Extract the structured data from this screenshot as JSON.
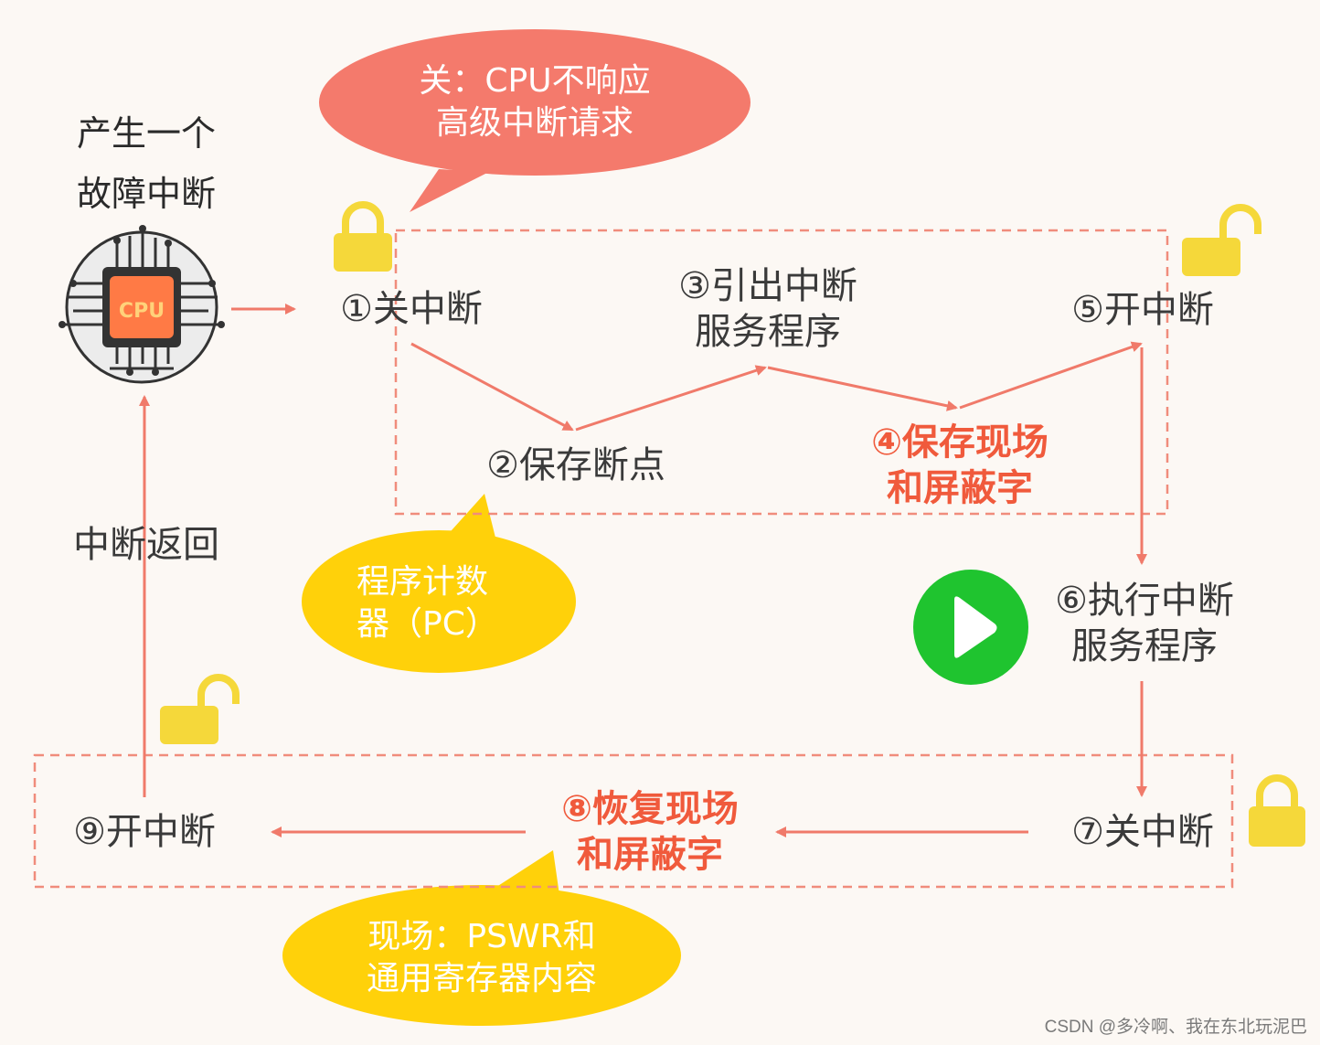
{
  "colors": {
    "arrow": "#f07a6a",
    "dashed_box": "#f08c7c",
    "salmon_bubble": "#f47a6c",
    "yellow_bubble": "#ffd10a",
    "lock_yellow": "#f5d83a",
    "play_green": "#1fc42f",
    "highlight_red": "#f05a3c",
    "cpu_chip": "#ff7a45",
    "cpu_text": "#ffd27a"
  },
  "icons": {
    "cpu": "cpu-chip-icon",
    "locked": "lock-closed-icon",
    "unlocked": "lock-open-icon",
    "play": "play-circle-icon"
  },
  "fault_label": [
    "产生一个",
    "故障中断"
  ],
  "cpu_label": "CPU",
  "steps": {
    "s1": "①关中断",
    "s2": "②保存断点",
    "s3": [
      "③引出中断",
      "服务程序"
    ],
    "s4": [
      "④保存现场",
      "和屏蔽字"
    ],
    "s5": "⑤开中断",
    "s6": [
      "⑥执行中断",
      "服务程序"
    ],
    "s7": "⑦关中断",
    "s8": [
      "⑧恢复现场",
      "和屏蔽字"
    ],
    "s9": "⑨开中断"
  },
  "return_label": "中断返回",
  "bubbles": {
    "guan": [
      "关：CPU不响应",
      "高级中断请求"
    ],
    "pc": [
      "程序计数",
      "器（PC）"
    ],
    "xianchang": [
      "现场：PSWR和",
      "通用寄存器内容"
    ]
  },
  "watermark": "CSDN @多冷啊、我在东北玩泥巴"
}
